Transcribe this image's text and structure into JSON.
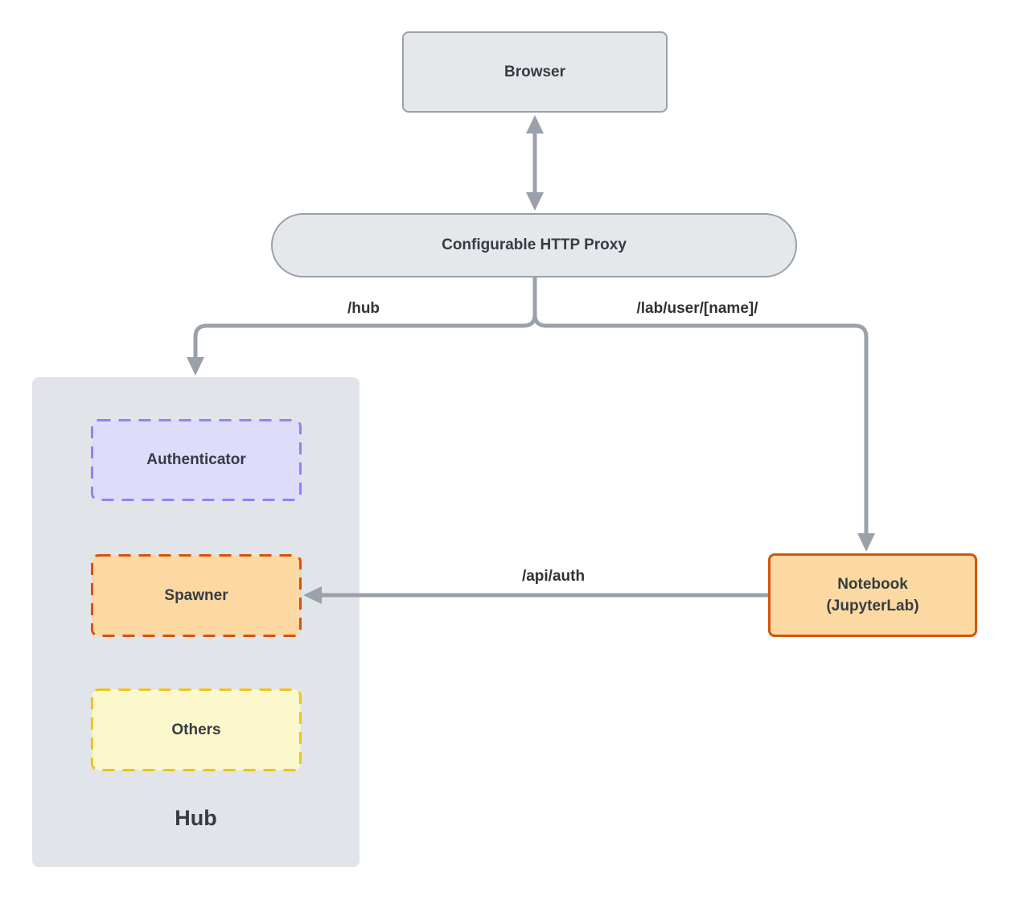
{
  "diagram": {
    "nodes": {
      "browser": {
        "label": "Browser"
      },
      "proxy": {
        "label": "Configurable HTTP Proxy"
      },
      "hub": {
        "label": "Hub"
      },
      "authenticator": {
        "label": "Authenticator"
      },
      "spawner": {
        "label": "Spawner"
      },
      "others": {
        "label": "Others"
      },
      "notebook": {
        "label": "Notebook",
        "sublabel": "(JupyterLab)"
      }
    },
    "edges": {
      "browser_proxy": {
        "from": "Browser",
        "to": "Configurable HTTP Proxy",
        "label": "",
        "direction": "bidirectional"
      },
      "proxy_hub": {
        "from": "Configurable HTTP Proxy",
        "to": "Hub",
        "label": "/hub",
        "direction": "forward"
      },
      "proxy_notebook": {
        "from": "Configurable HTTP Proxy",
        "to": "Notebook (JupyterLab)",
        "label": "/lab/user/[name]/",
        "direction": "forward"
      },
      "notebook_spawner": {
        "from": "Notebook (JupyterLab)",
        "to": "Spawner",
        "label": "/api/auth",
        "direction": "forward"
      }
    }
  },
  "colors": {
    "arrow": "#9ba1ab",
    "node-gray-fill": "#e5e8eb",
    "node-gray-border": "#99a0a8",
    "container-fill": "#e1e4e9",
    "authenticator-fill": "#dedcfb",
    "authenticator-border": "#8b85f2",
    "orange-fill": "#fcd9a2",
    "orange-border": "#d4540b",
    "yellow-fill": "#fbf8cb",
    "yellow-border": "#efc41d",
    "label-text": "#363c44",
    "edge-label-text": "#2e3236"
  }
}
